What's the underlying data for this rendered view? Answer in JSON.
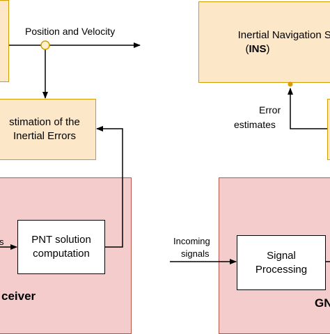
{
  "left": {
    "edge_label": "Position and Velocity",
    "estimation_line1": "stimation of the",
    "estimation_line2": "Inertial Errors",
    "pnt_line1": "PNT solution",
    "pnt_line2": "computation",
    "receiver_label": "ceiver",
    "input_label_fragment": "s"
  },
  "right": {
    "ins_line1": "Inertial Navigation Sy",
    "ins_line2": "INS",
    "ins_paren_open": "(",
    "ins_paren_close": ")",
    "error_line1": "Error",
    "error_line2": "estimates",
    "incoming_line1": "Incoming",
    "incoming_line2": "signals",
    "signal_line1": "Signal",
    "signal_line2": "Processing",
    "gnss_fragment": "GN"
  },
  "colors": {
    "orange_fill": "#fde7c9",
    "orange_stroke": "#d79b00",
    "pink_fill": "#f5cccc",
    "pink_stroke": "#b85450",
    "junction_fill": "#fff2cc"
  }
}
